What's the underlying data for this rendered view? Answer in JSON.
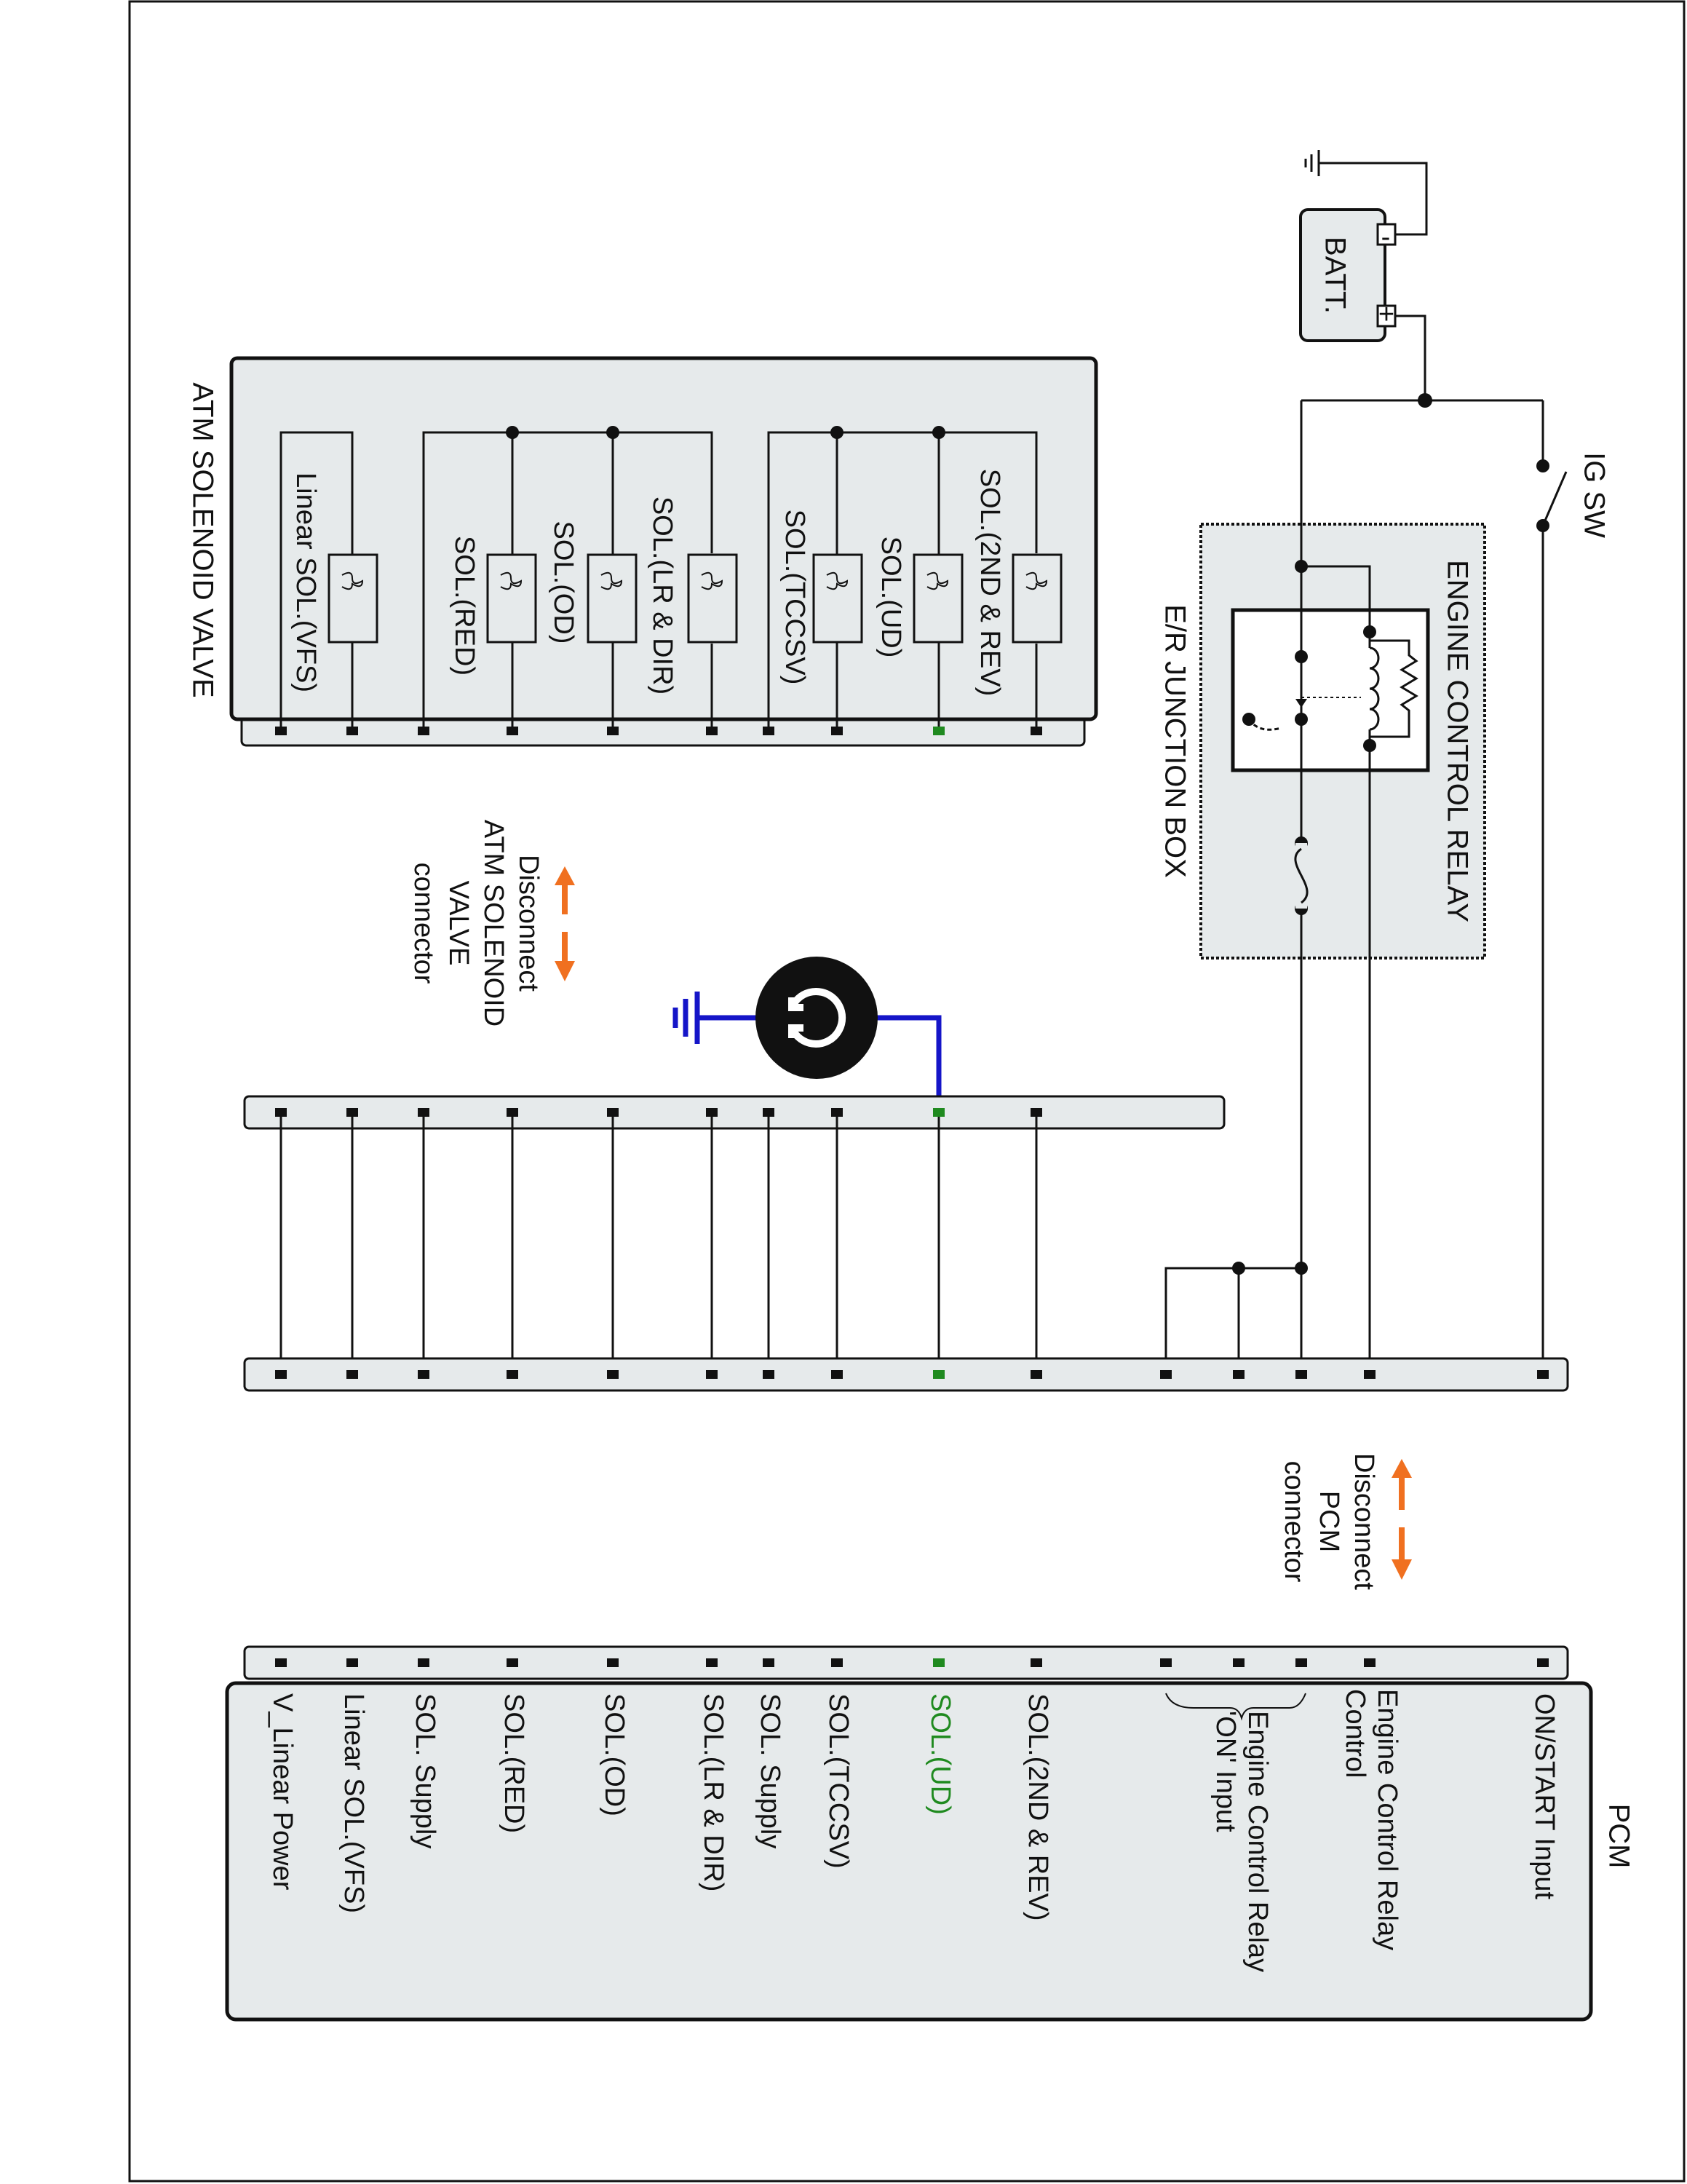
{
  "title": "",
  "components": {
    "battery": {
      "label": "BATT.",
      "neg": "-",
      "pos": "+"
    },
    "ignition_switch": {
      "label": "IG SW"
    },
    "junction_box": {
      "label": "E/R JUNCTION BOX"
    },
    "relay": {
      "label": "ENGINE CONTROL RELAY"
    },
    "solenoid_valve": {
      "label": "ATM SOLENOID VALVE",
      "solenoids": [
        "SOL.(2ND & REV)",
        "SOL.(UD)",
        "SOL.(TCCSV)",
        "SOL.(LR & DIR)",
        "SOL.(OD)",
        "SOL.(RED)",
        "Linear SOL.(VFS)"
      ]
    },
    "pcm": {
      "label": "PCM",
      "pins": [
        {
          "label": "ON/START Input",
          "highlight": false
        },
        {
          "label": "Engine Control Relay Control",
          "highlight": false
        },
        {
          "label": "Engine Control Relay 'ON' Input",
          "highlight": false
        },
        {
          "label": "SOL.(2ND & REV)",
          "highlight": false
        },
        {
          "label": "SOL.(UD)",
          "highlight": true
        },
        {
          "label": "SOL.(TCCSV)",
          "highlight": false
        },
        {
          "label": "SOL. Supply",
          "highlight": false
        },
        {
          "label": "SOL.(LR & DIR)",
          "highlight": false
        },
        {
          "label": "SOL.(OD)",
          "highlight": false
        },
        {
          "label": "SOL.(RED)",
          "highlight": false
        },
        {
          "label": "SOL. Supply",
          "highlight": false
        },
        {
          "label": "Linear SOL.(VFS)",
          "highlight": false
        },
        {
          "label": "V_Linear Power",
          "highlight": false
        }
      ]
    }
  },
  "annotations": {
    "disconnect_atm": [
      "Disconnect",
      "ATM SOLENOID",
      "VALVE",
      "connector"
    ],
    "disconnect_pcm": [
      "Disconnect",
      "PCM",
      "connector"
    ]
  },
  "colors": {
    "highlight_pin": "#1f8a1f",
    "ground_probe": "#1515c8",
    "arrow": "#f07020",
    "panel_fill": "#e6eaeb"
  },
  "icons": [
    "battery-icon",
    "ground-icon",
    "switch-icon",
    "coil-icon",
    "fuse-icon",
    "ohmmeter-icon",
    "double-arrow-icon"
  ]
}
